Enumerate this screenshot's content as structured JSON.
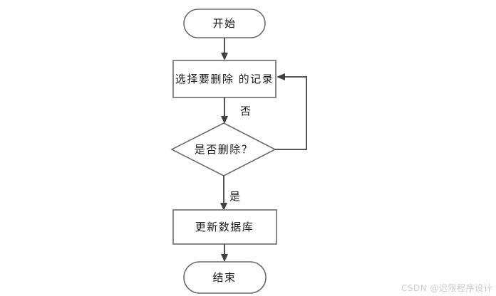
{
  "flowchart": {
    "nodes": {
      "start": {
        "label": "开始"
      },
      "select": {
        "label": "选择要删除 的记录"
      },
      "decision": {
        "label": "是否删除？"
      },
      "update": {
        "label": "更新数据库"
      },
      "end": {
        "label": "结束"
      }
    },
    "edge_labels": {
      "no": "否",
      "yes": "是"
    },
    "colors": {
      "background": "#ffffff",
      "shape_stroke": "#6b6b6b",
      "arrow_stroke": "#404040",
      "text": "#1a1a1a",
      "watermark": "#cccccc"
    }
  },
  "watermark": {
    "text": "CSDN @迟限程序设计"
  }
}
